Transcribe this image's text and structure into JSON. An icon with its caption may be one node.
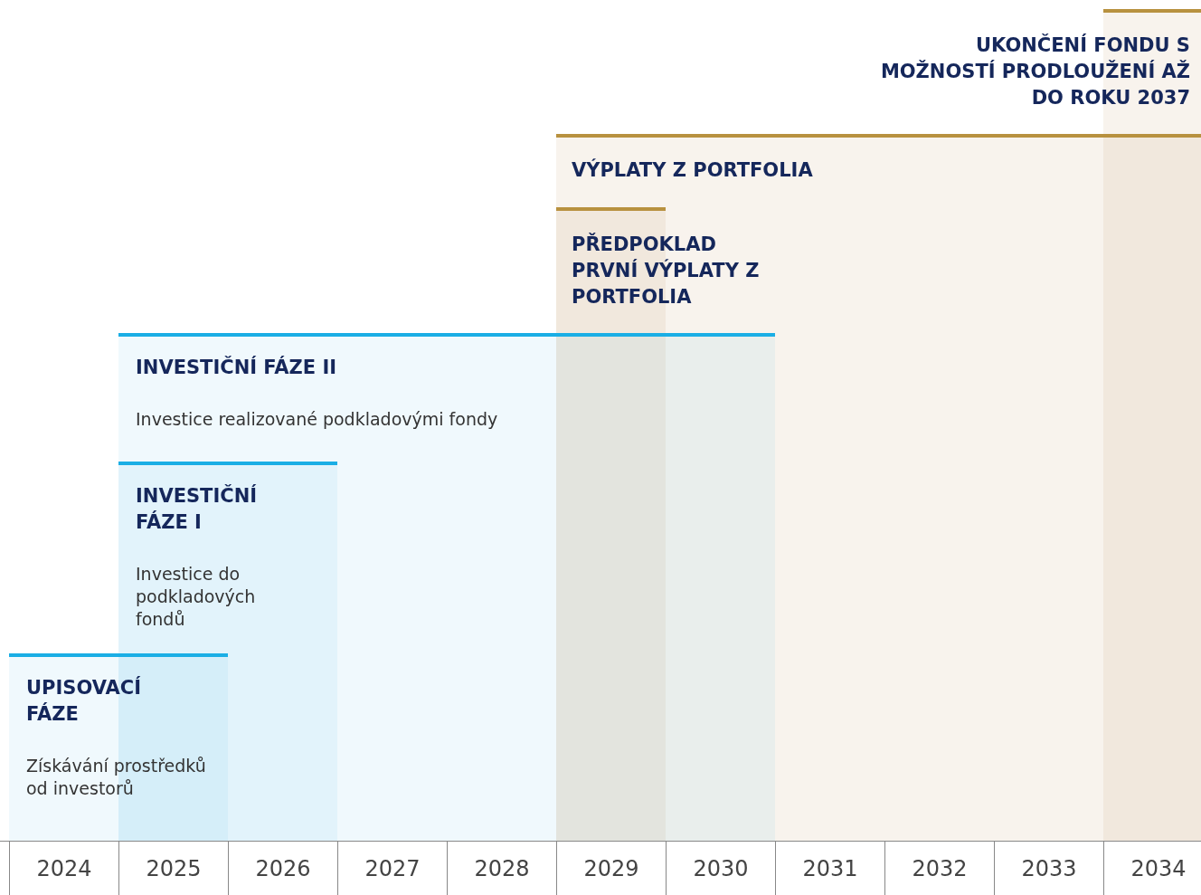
{
  "diagram": {
    "nodes": [
      {
        "text": [
          "UKONČENÍ FONDU S MOŽNOSTÍ PRODLOUŽENÍ AŽ DO ROKU 2037"
        ]
      },
      {
        "text": [
          "VÝPLATY Z PORTFOLIA"
        ]
      },
      {
        "text": [
          "PŘEDPOKLAD PRVNÍ VÝPLATY Z PORTFOLIA"
        ],
        "in": 1
      },
      {
        "text": [
          "INVESTIČNÍ FÁZE II",
          "Investice realizované podkladovými fondy"
        ]
      },
      {
        "text": [
          "INVESTIČNÍ FÁZE I",
          "Investice do podkladových fondů"
        ],
        "in": 3
      },
      {
        "text": [
          "UPISOVACÍ FÁZE",
          "Získávání prostředků od investorů"
        ]
      }
    ],
    "labels": [
      "2024",
      "2025",
      "2026",
      "2027",
      "2028",
      "2029",
      "2030",
      "2031",
      "2032",
      "2033",
      "2034"
    ]
  }
}
